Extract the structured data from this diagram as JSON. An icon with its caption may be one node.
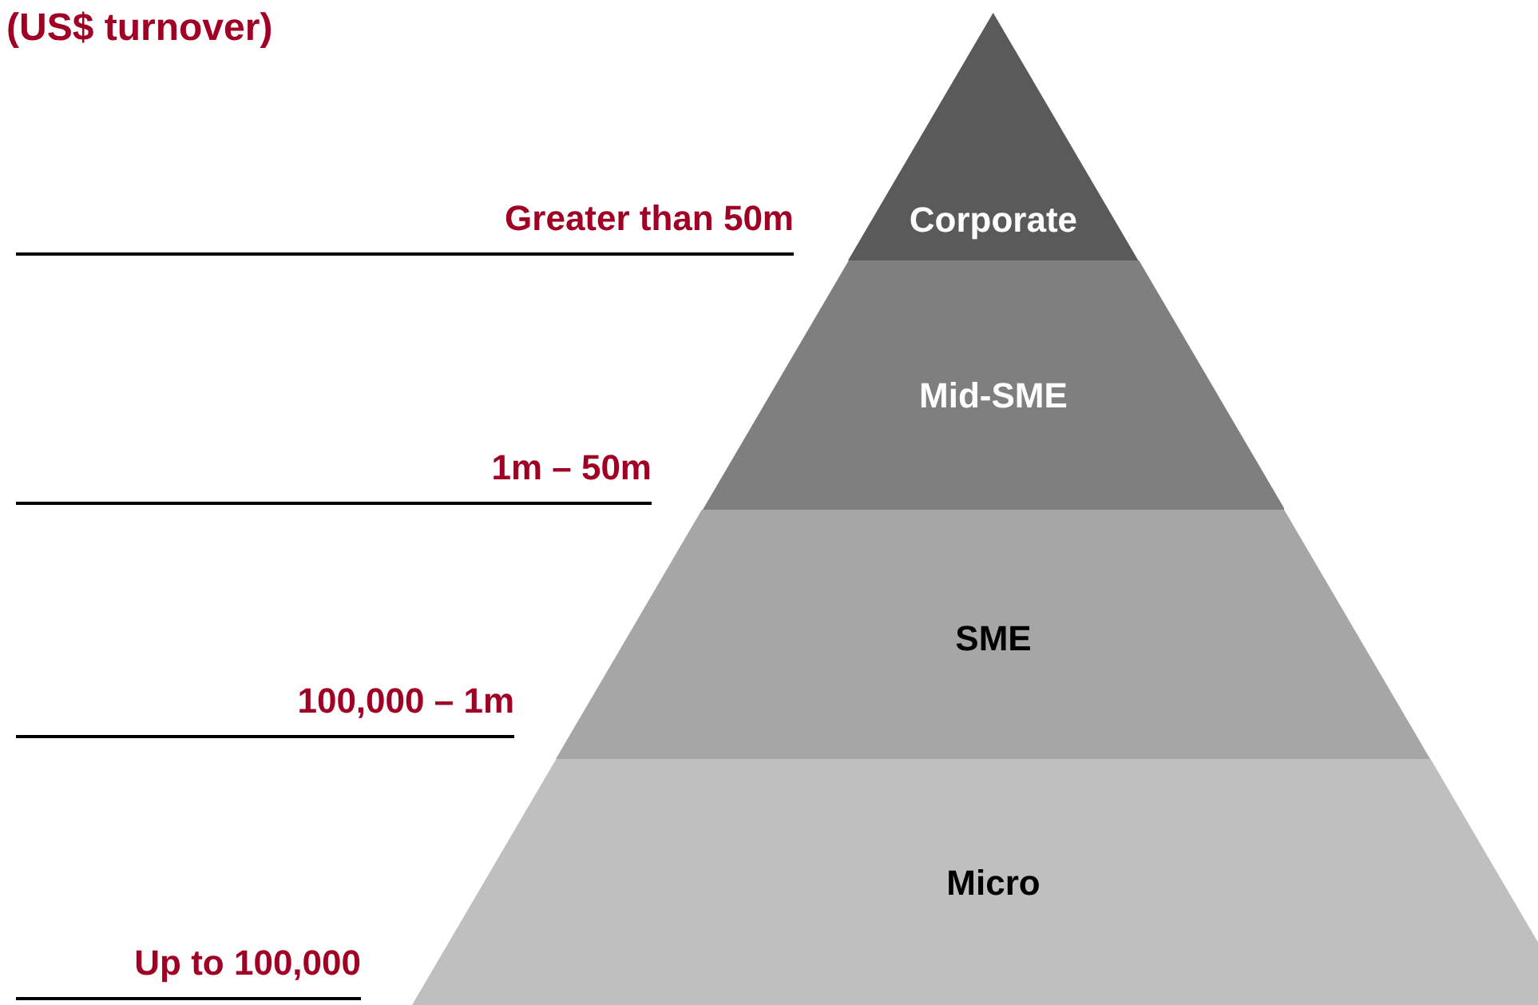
{
  "diagram": {
    "title": "(US$ turnover)",
    "nodes": [
      {
        "text": [
          "Corporate"
        ]
      },
      {
        "text": [
          "Mid-SME"
        ]
      },
      {
        "text": [
          "SME"
        ]
      },
      {
        "text": [
          "Micro"
        ]
      }
    ],
    "edges": [],
    "labels": [
      "Greater than 50m",
      "1m – 50m",
      "100,000 – 1m",
      "Up to 100,000"
    ]
  }
}
